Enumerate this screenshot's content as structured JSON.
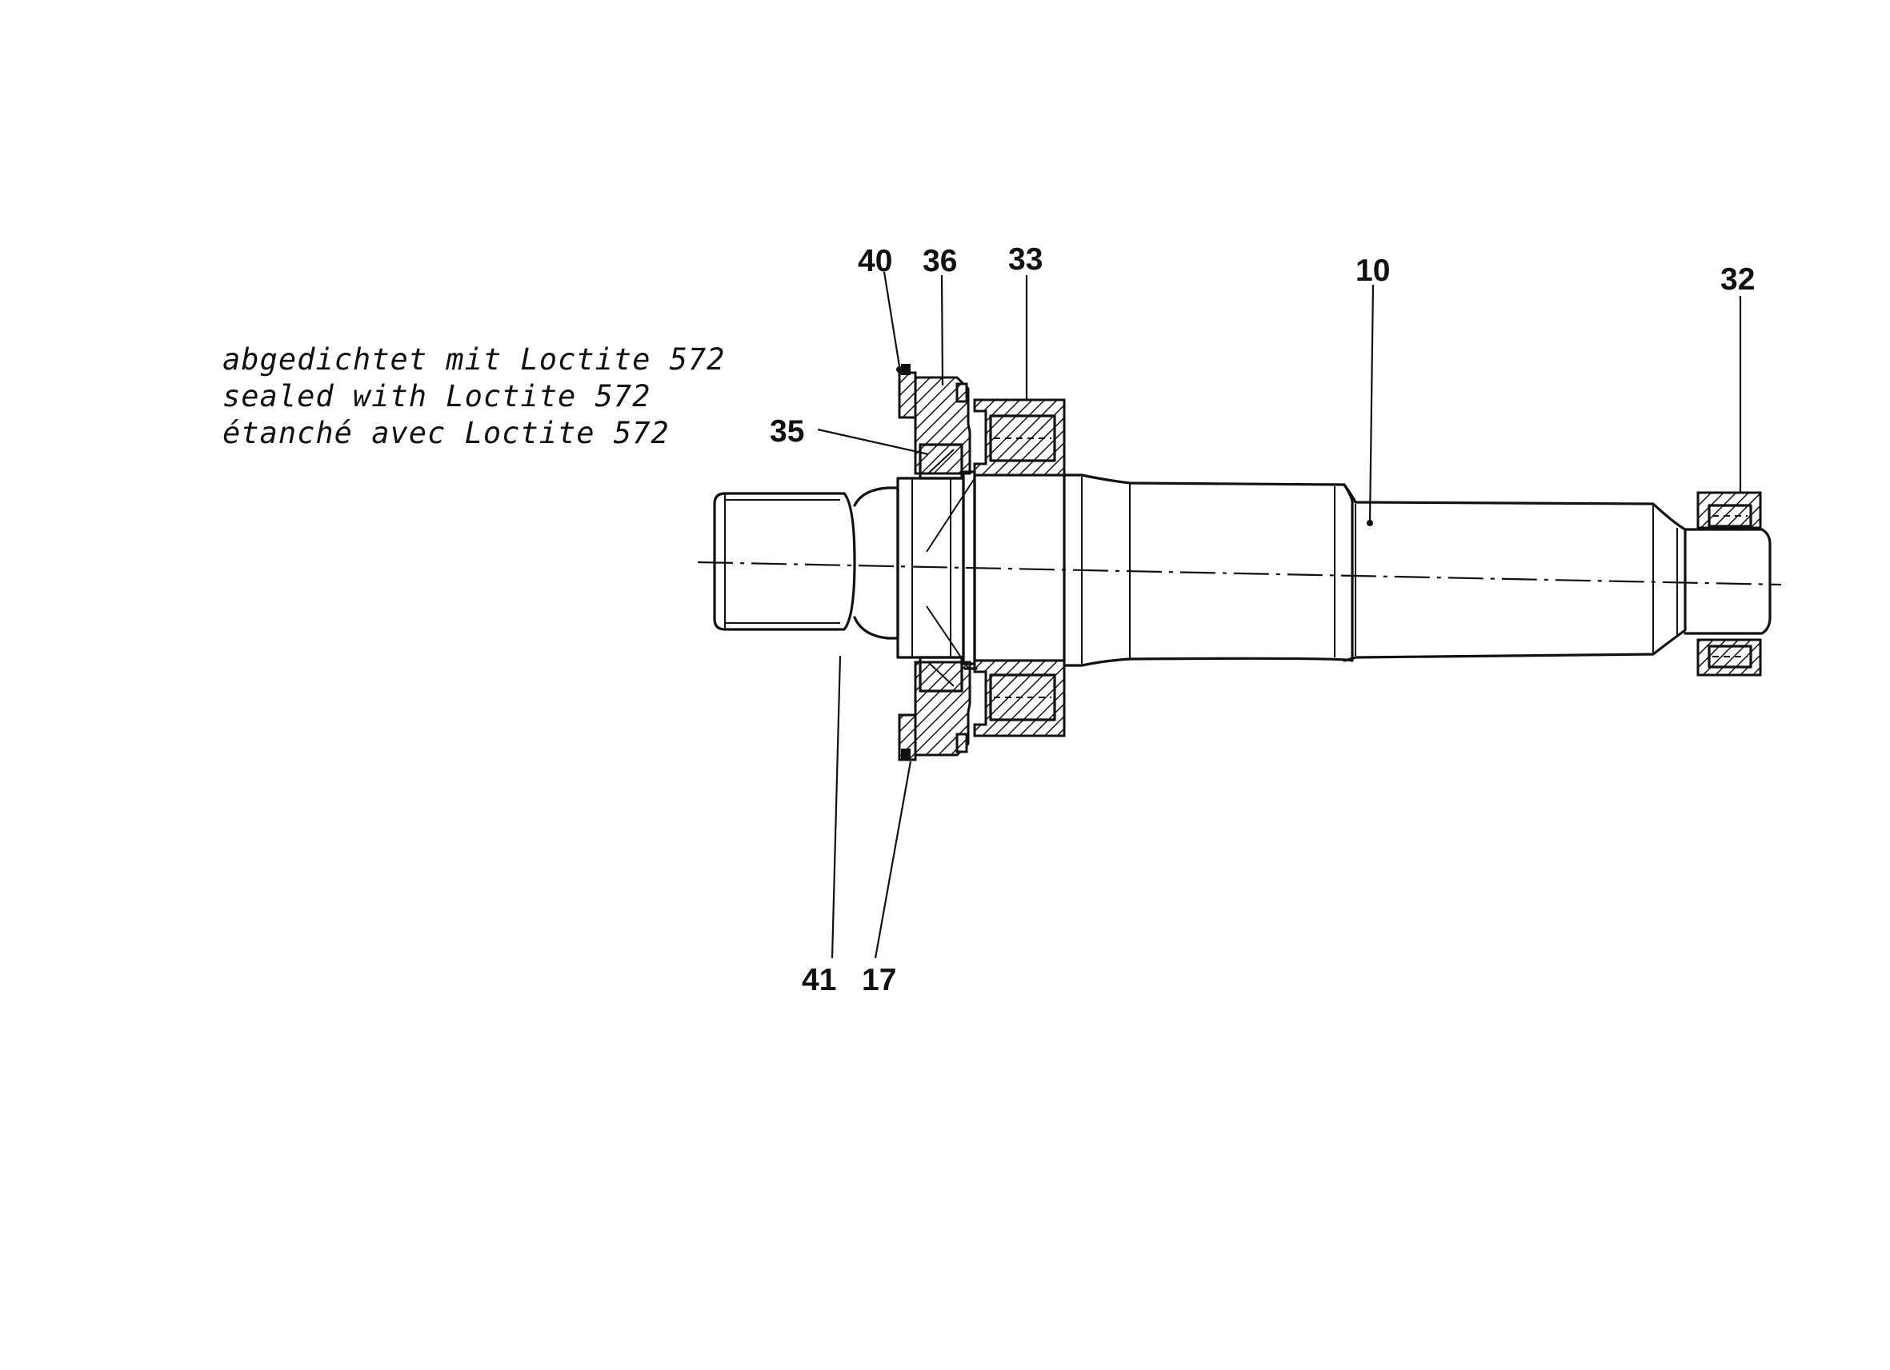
{
  "note": {
    "lines": [
      "abgedichtet mit Loctite 572",
      "sealed with Loctite 572",
      "étanché avec Loctite 572"
    ]
  },
  "callouts": [
    {
      "id": "40",
      "label": "40"
    },
    {
      "id": "36",
      "label": "36"
    },
    {
      "id": "33",
      "label": "33"
    },
    {
      "id": "10",
      "label": "10"
    },
    {
      "id": "32",
      "label": "32"
    },
    {
      "id": "35",
      "label": "35"
    },
    {
      "id": "41",
      "label": "41"
    },
    {
      "id": "17",
      "label": "17"
    }
  ],
  "colors": {
    "ink": "#111111",
    "paper": "#ffffff"
  }
}
